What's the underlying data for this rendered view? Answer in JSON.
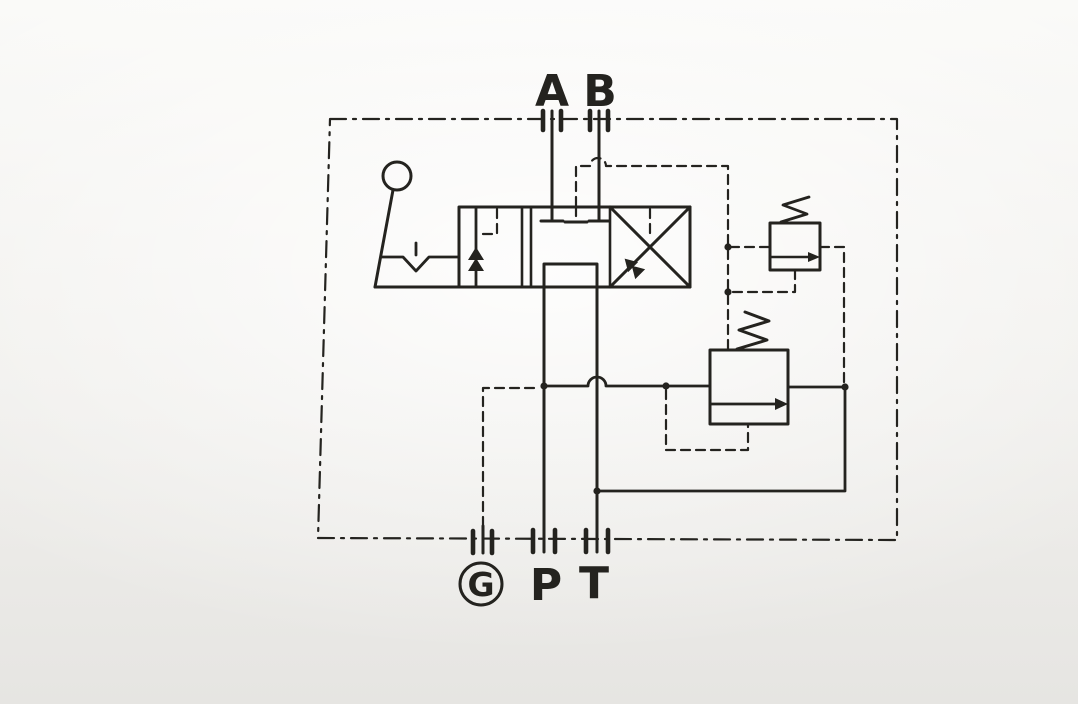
{
  "title": "hydraulic-control-valve-schematic",
  "ports": {
    "a": "A",
    "b": "B",
    "g": "G",
    "p": "P",
    "t": "T"
  },
  "colors": {
    "line": "#24231f",
    "background": "#f2f1ee"
  },
  "icons": {
    "lever_icon": "manual-lever-with-ball-knob",
    "detent_icon": "v-notch-detent",
    "spring_icon": "zigzag-spring",
    "relief_valve_icon": "square-envelope-with-flow-arrow",
    "port_icon": "double-tick-line-crossing",
    "gauge_port_icon": "circled-letter"
  }
}
